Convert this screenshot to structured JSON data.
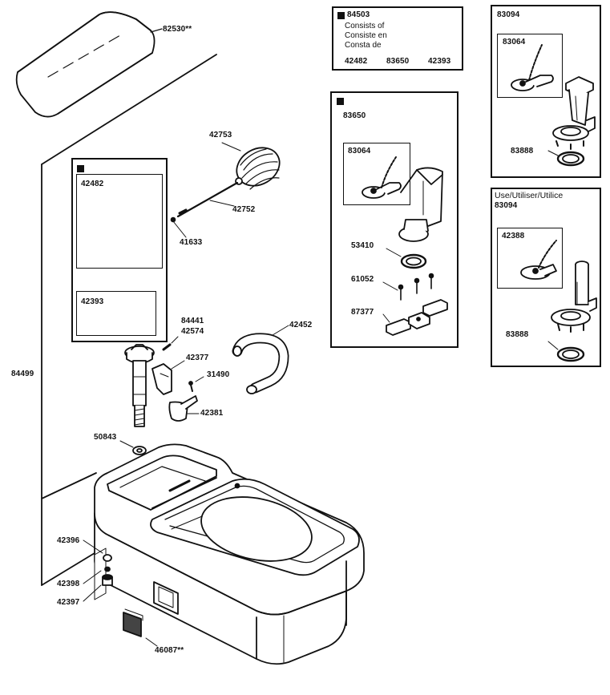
{
  "labels": {
    "cover": "82530**",
    "float_ball": "42753",
    "float_rod": "42752",
    "rod_nut": "41633",
    "ballcock_kit": "42482",
    "seal_kit": "42393",
    "fill_valve_a": "84441",
    "fill_valve_b": "42574",
    "clip": "42377",
    "refill_tube": "42452",
    "screw": "31490",
    "lever": "42381",
    "washer": "50843",
    "tank_body": "84499",
    "bolt_a": "42396",
    "bolt_b": "42398",
    "bolt_c": "42397",
    "plate": "46087**"
  },
  "kit_84503": {
    "code": "84503",
    "lines": [
      "Consists of",
      "Consiste en",
      "Consta de"
    ],
    "parts": [
      "42482",
      "83650",
      "42393"
    ]
  },
  "kit_83650": {
    "code": "83650",
    "flapper": "83064",
    "seal": "53410",
    "screws": "61052",
    "blocks": "87377"
  },
  "kit_83094": {
    "code": "83094",
    "flapper": "83064",
    "gasket": "83888"
  },
  "kit_use": {
    "heading": "Use/Utiliser/Utilice",
    "code": "83094",
    "flapper": "42388",
    "gasket": "83888"
  }
}
